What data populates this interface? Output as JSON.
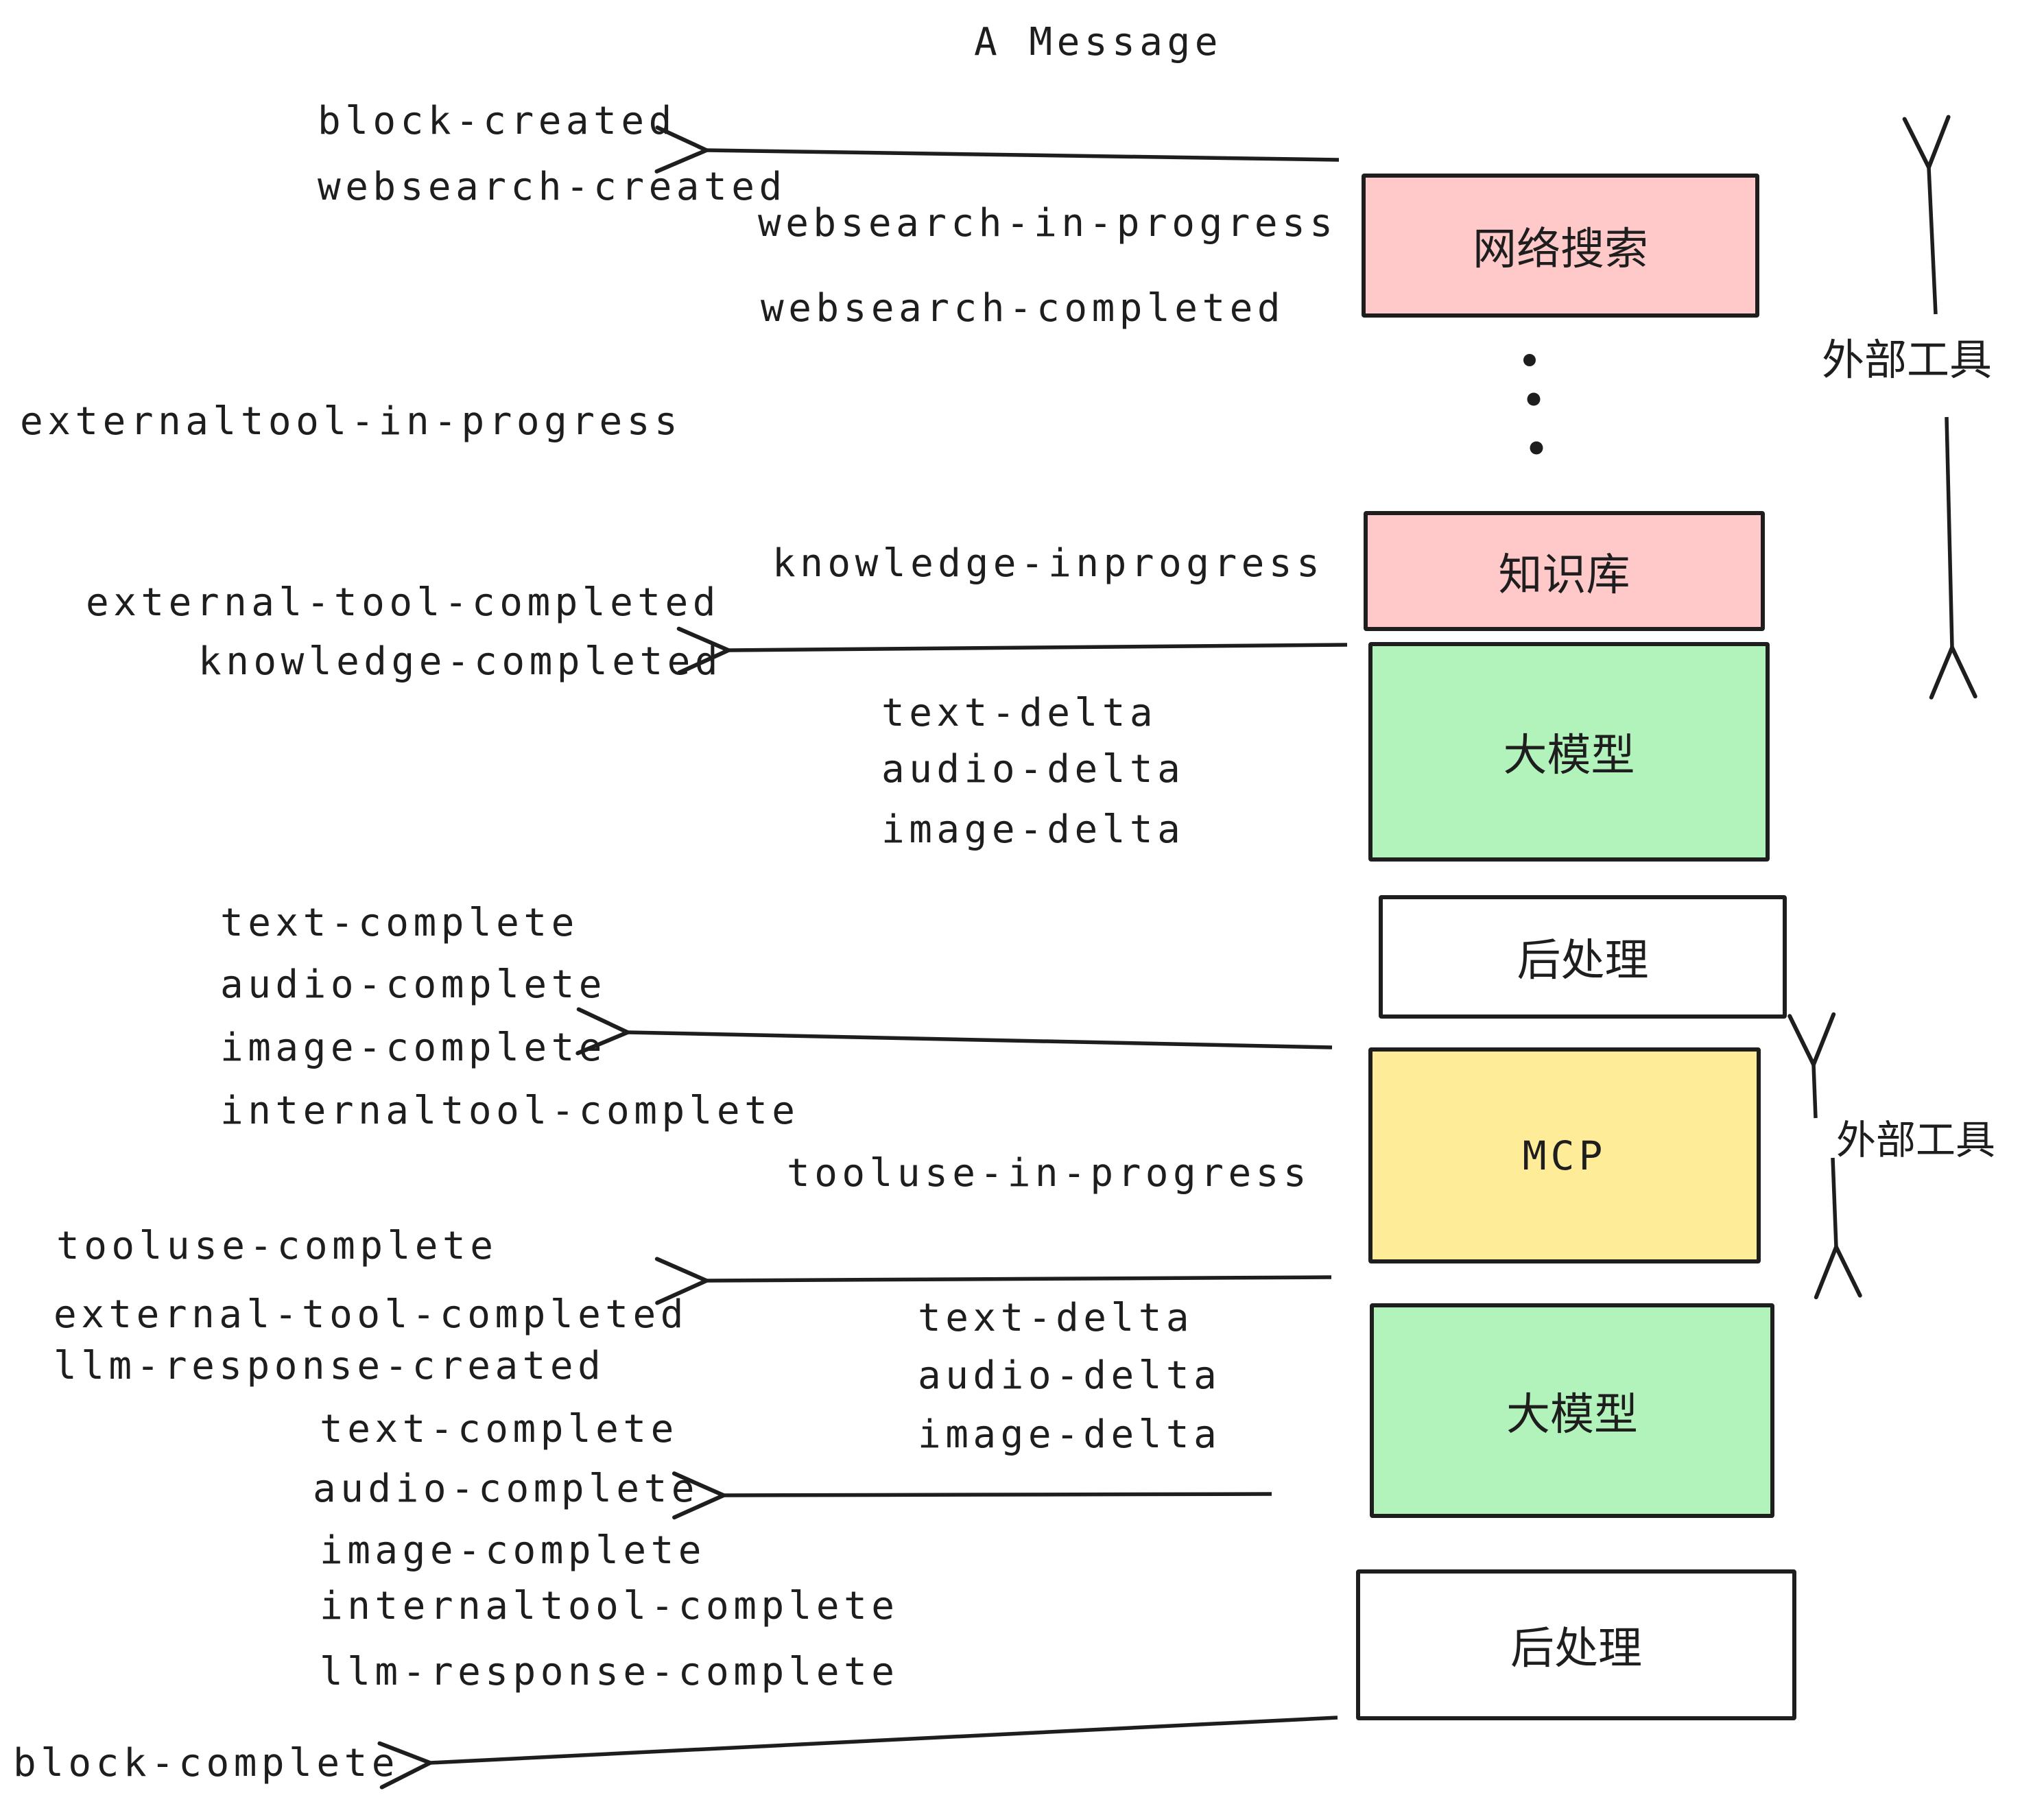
{
  "title": "A Message",
  "palette": {
    "ink": "#1e1e1e",
    "pink": "#ffc9c9",
    "green": "#b2f2bb",
    "yellow": "#ffec99",
    "white": "#ffffff"
  },
  "boxes": [
    {
      "label": "网络搜索",
      "color": "pink"
    },
    {
      "label": "知识库",
      "color": "pink"
    },
    {
      "label": "大模型",
      "color": "green"
    },
    {
      "label": "后处理",
      "color": "white"
    },
    {
      "label": "MCP",
      "color": "yellow"
    },
    {
      "label": "大模型",
      "color": "green"
    },
    {
      "label": "后处理",
      "color": "white"
    }
  ],
  "side_labels": [
    {
      "text": "外部工具"
    },
    {
      "text": "外部工具"
    }
  ],
  "decorations": {
    "ellipsis_dots": 3
  },
  "event_labels": [
    {
      "text": "block-created"
    },
    {
      "text": "websearch-created"
    },
    {
      "text": "websearch-in-progress"
    },
    {
      "text": "websearch-completed"
    },
    {
      "text": "externaltool-in-progress"
    },
    {
      "text": "knowledge-inprogress"
    },
    {
      "text": "external-tool-completed"
    },
    {
      "text": "knowledge-completed"
    },
    {
      "text": "text-delta"
    },
    {
      "text": "audio-delta"
    },
    {
      "text": "image-delta"
    },
    {
      "text": "text-complete"
    },
    {
      "text": "audio-complete"
    },
    {
      "text": "image-complete"
    },
    {
      "text": "internaltool-complete"
    },
    {
      "text": "tooluse-in-progress"
    },
    {
      "text": "tooluse-complete"
    },
    {
      "text": "external-tool-completed"
    },
    {
      "text": "llm-response-created"
    },
    {
      "text": "text-complete"
    },
    {
      "text": "audio-complete"
    },
    {
      "text": "image-complete"
    },
    {
      "text": "internaltool-complete"
    },
    {
      "text": "llm-response-complete"
    },
    {
      "text": "block-complete"
    },
    {
      "text": "text-delta"
    },
    {
      "text": "audio-delta"
    },
    {
      "text": "image-delta"
    }
  ]
}
